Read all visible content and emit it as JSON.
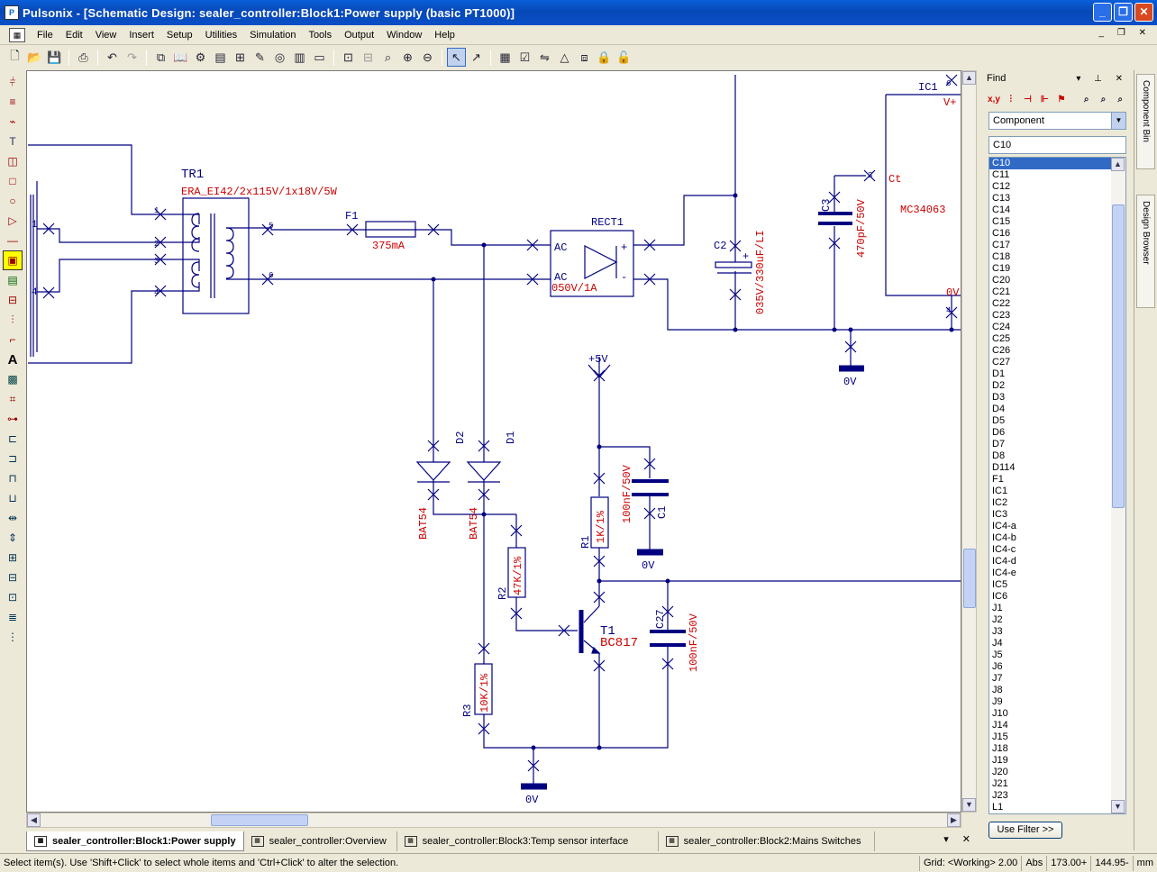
{
  "window": {
    "app_name": "Pulsonix",
    "title": "Pulsonix - [Schematic Design: sealer_controller:Block1:Power supply (basic PT1000)]"
  },
  "menu": [
    "File",
    "Edit",
    "View",
    "Insert",
    "Setup",
    "Utilities",
    "Simulation",
    "Tools",
    "Output",
    "Window",
    "Help"
  ],
  "schematic": {
    "transformer": {
      "ref": "TR1",
      "value": "ERA_EI42/2x115V/1x18V/5W",
      "pins": [
        "1",
        "2",
        "3",
        "4",
        "5",
        "6"
      ],
      "conn_pins": [
        "1",
        "4"
      ]
    },
    "fuse": {
      "ref": "F1",
      "value": "375mA"
    },
    "rectifier": {
      "ref": "RECT1",
      "value": "050V/1A",
      "ac1": "AC",
      "ac2": "AC",
      "plus": "+",
      "minus": "-"
    },
    "c2": {
      "ref": "C2",
      "value": "035V/330uF/LI",
      "polarity": "+"
    },
    "c3": {
      "ref": "C3",
      "value": "470pF/50V"
    },
    "ic1": {
      "ref": "IC1",
      "value": "MC34063",
      "pin_vplus": "V+",
      "pin_ct": "Ct",
      "pin_0v": "0V",
      "pin_num_top": "6",
      "pin_num_ct": "3",
      "pin_num_bot": "4"
    },
    "d1": {
      "ref": "D1",
      "value": "BAT54"
    },
    "d2": {
      "ref": "D2",
      "value": "BAT54"
    },
    "r1": {
      "ref": "R1",
      "value": "1K/1%"
    },
    "r2": {
      "ref": "R2",
      "value": "47K/1%"
    },
    "r3": {
      "ref": "R3",
      "value": "10K/1%"
    },
    "c1": {
      "ref": "C1",
      "value": "100nF/50V"
    },
    "c27": {
      "ref": "C27",
      "value": "100nF/50V"
    },
    "t1": {
      "ref": "T1",
      "value": "BC817"
    },
    "supply": "+5V",
    "ground": "0V"
  },
  "tabs": [
    {
      "label": "sealer_controller:Block1:Power supply",
      "active": true
    },
    {
      "label": "sealer_controller:Overview",
      "active": false
    },
    {
      "label": "sealer_controller:Block3:Temp sensor interface",
      "active": false
    },
    {
      "label": "sealer_controller:Block2:Mains Switches",
      "active": false
    }
  ],
  "status": {
    "message": "Select item(s). Use 'Shift+Click' to select whole items and 'Ctrl+Click' to alter the selection.",
    "grid": "Grid: <Working> 2.00",
    "mode": "Abs",
    "x": "173.00+",
    "y": "144.95-",
    "units": "mm"
  },
  "find": {
    "title": "Find",
    "tools": [
      "x,y"
    ],
    "type": "Component",
    "search": "C10",
    "items": [
      "C10",
      "C11",
      "C12",
      "C13",
      "C14",
      "C15",
      "C16",
      "C17",
      "C18",
      "C19",
      "C20",
      "C21",
      "C22",
      "C23",
      "C24",
      "C25",
      "C26",
      "C27",
      "D1",
      "D2",
      "D3",
      "D4",
      "D5",
      "D6",
      "D7",
      "D8",
      "D114",
      "F1",
      "IC1",
      "IC2",
      "IC3",
      "IC4-a",
      "IC4-b",
      "IC4-c",
      "IC4-d",
      "IC4-e",
      "IC5",
      "IC6",
      "J1",
      "J2",
      "J3",
      "J4",
      "J5",
      "J6",
      "J7",
      "J8",
      "J9",
      "J10",
      "J14",
      "J15",
      "J18",
      "J19",
      "J20",
      "J21",
      "J23",
      "L1"
    ],
    "filter_button": "Use Filter >>"
  },
  "side_tabs": [
    "Component Bin",
    "Design Browser"
  ],
  "colors": {
    "wire": "#000080",
    "symbol": "#000080",
    "value_text": "#cc0000",
    "ref_text": "#000080"
  }
}
